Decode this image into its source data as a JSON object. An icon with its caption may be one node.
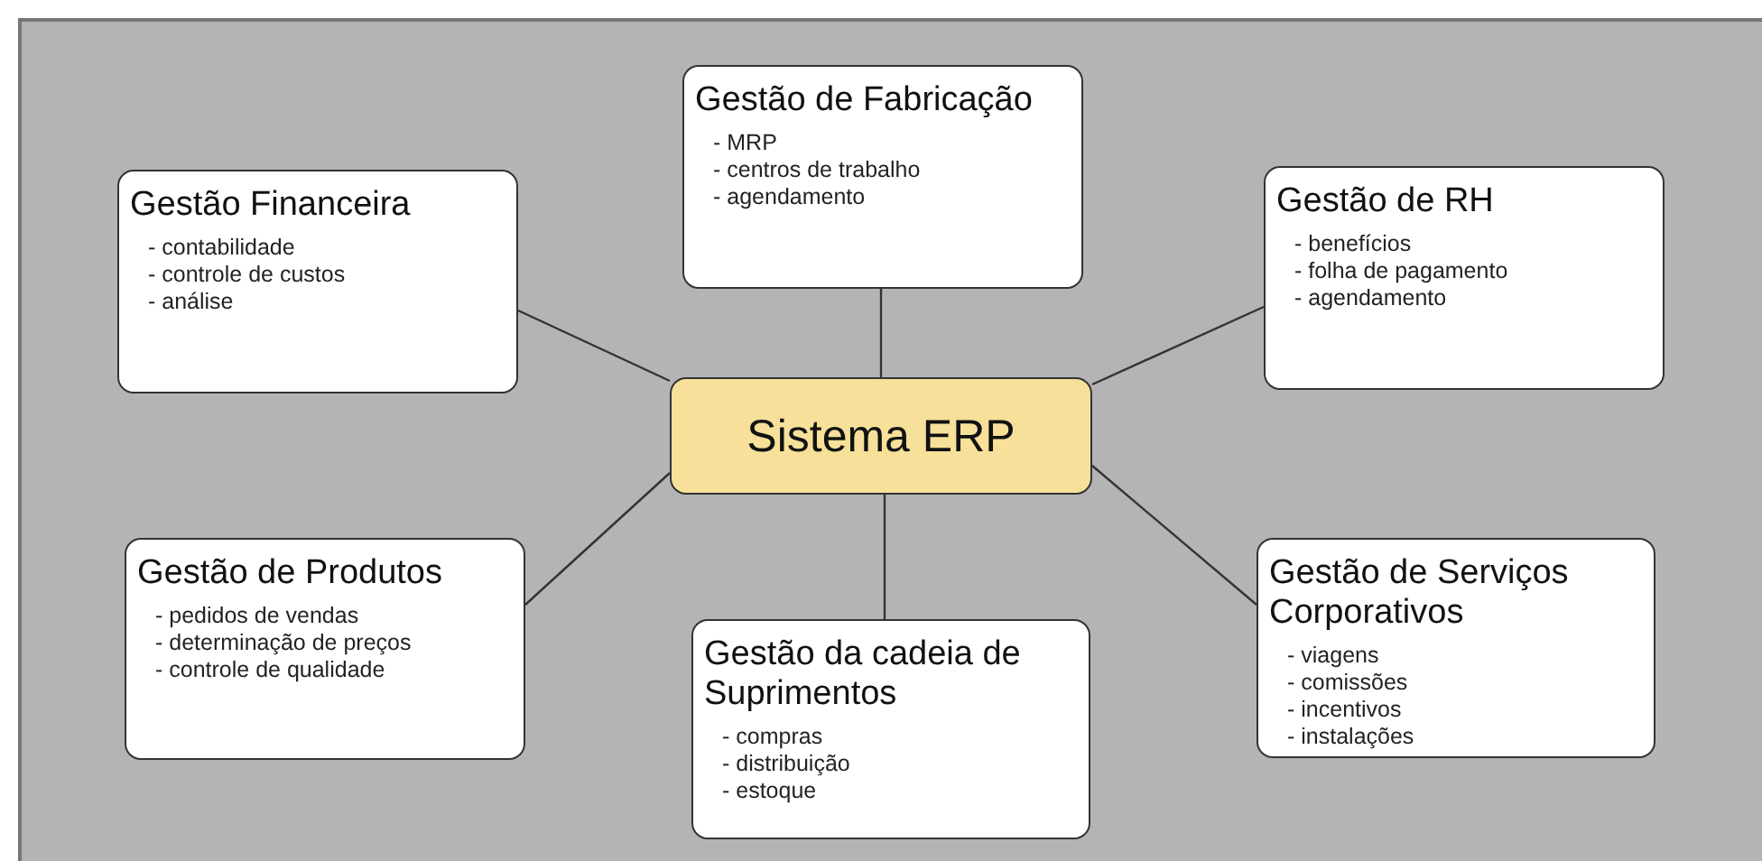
{
  "diagram": {
    "nodes": [
      {
        "text": [
          "Gestão de Fabricação",
          "- MRP",
          "- centros de trabalho",
          "- agendamento"
        ]
      },
      {
        "text": [
          "Gestão Financeira",
          "- contabilidade",
          "- controle de custos",
          "- análise"
        ]
      },
      {
        "text": [
          "Gestão de RH",
          "- benefícios",
          "- folha de pagamento",
          "- agendamento"
        ]
      },
      {
        "text": [
          "Sistema ERP"
        ]
      },
      {
        "text": [
          "Gestão de Produtos",
          "- pedidos de vendas",
          "- determinação de preços",
          "- controle de qualidade"
        ]
      },
      {
        "text": [
          "Gestão da cadeia de Suprimentos",
          "- compras",
          "- distribuição",
          "- estoque"
        ]
      },
      {
        "text": [
          "Gestão de Serviços Corporativos",
          "- viagens",
          "- comissões",
          "- incentivos",
          "- instalações"
        ]
      }
    ],
    "edges": [
      {
        "from": 3,
        "to": 0,
        "arrow": "none"
      },
      {
        "from": 3,
        "to": 1,
        "arrow": "none"
      },
      {
        "from": 3,
        "to": 2,
        "arrow": "none"
      },
      {
        "from": 3,
        "to": 4,
        "arrow": "none"
      },
      {
        "from": 3,
        "to": 5,
        "arrow": "none"
      },
      {
        "from": 3,
        "to": 6,
        "arrow": "none"
      }
    ]
  }
}
